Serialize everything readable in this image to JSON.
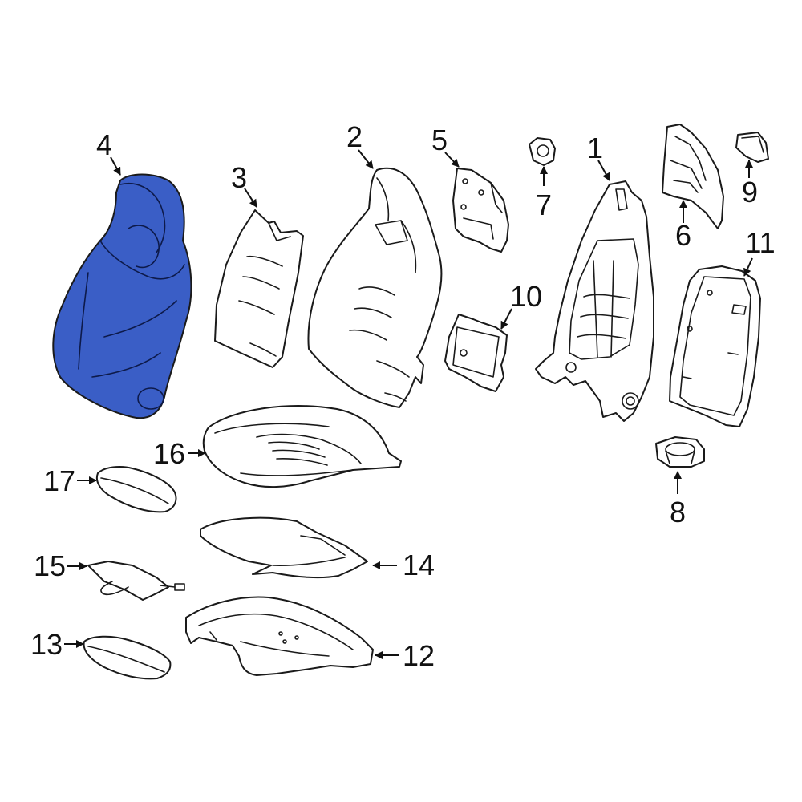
{
  "diagram": {
    "highlight_color": "#3a5ec6",
    "line_color": "#1a1a1a",
    "background": "#ffffff",
    "highlighted_part": "4",
    "callouts": [
      {
        "id": "c1",
        "label": "1"
      },
      {
        "id": "c2",
        "label": "2"
      },
      {
        "id": "c3",
        "label": "3"
      },
      {
        "id": "c4",
        "label": "4"
      },
      {
        "id": "c5",
        "label": "5"
      },
      {
        "id": "c6",
        "label": "6"
      },
      {
        "id": "c7",
        "label": "7"
      },
      {
        "id": "c8",
        "label": "8"
      },
      {
        "id": "c9",
        "label": "9"
      },
      {
        "id": "c10",
        "label": "10"
      },
      {
        "id": "c11",
        "label": "11"
      },
      {
        "id": "c12",
        "label": "12"
      },
      {
        "id": "c13",
        "label": "13"
      },
      {
        "id": "c14",
        "label": "14"
      },
      {
        "id": "c15",
        "label": "15"
      },
      {
        "id": "c16",
        "label": "16"
      },
      {
        "id": "c17",
        "label": "17"
      }
    ]
  }
}
